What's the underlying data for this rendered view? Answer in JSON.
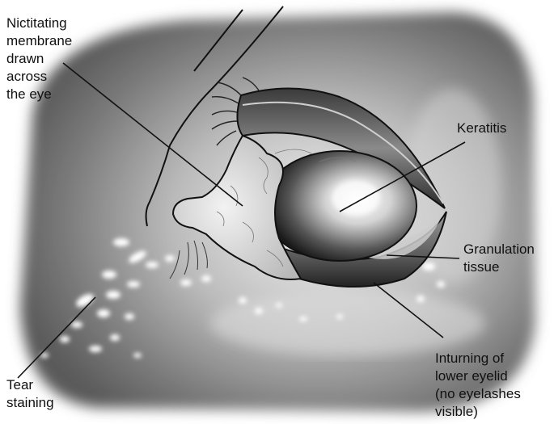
{
  "labels": {
    "nictitating": [
      "Nictitating",
      "membrane",
      "drawn",
      "across",
      "the eye"
    ],
    "keratitis": [
      "Keratitis"
    ],
    "granulation": [
      "Granulation",
      "tissue"
    ],
    "inturning": [
      "Inturning of",
      "lower eyelid",
      "(no eyelashes",
      "visible)"
    ],
    "tear": [
      "Tear",
      "staining"
    ]
  }
}
